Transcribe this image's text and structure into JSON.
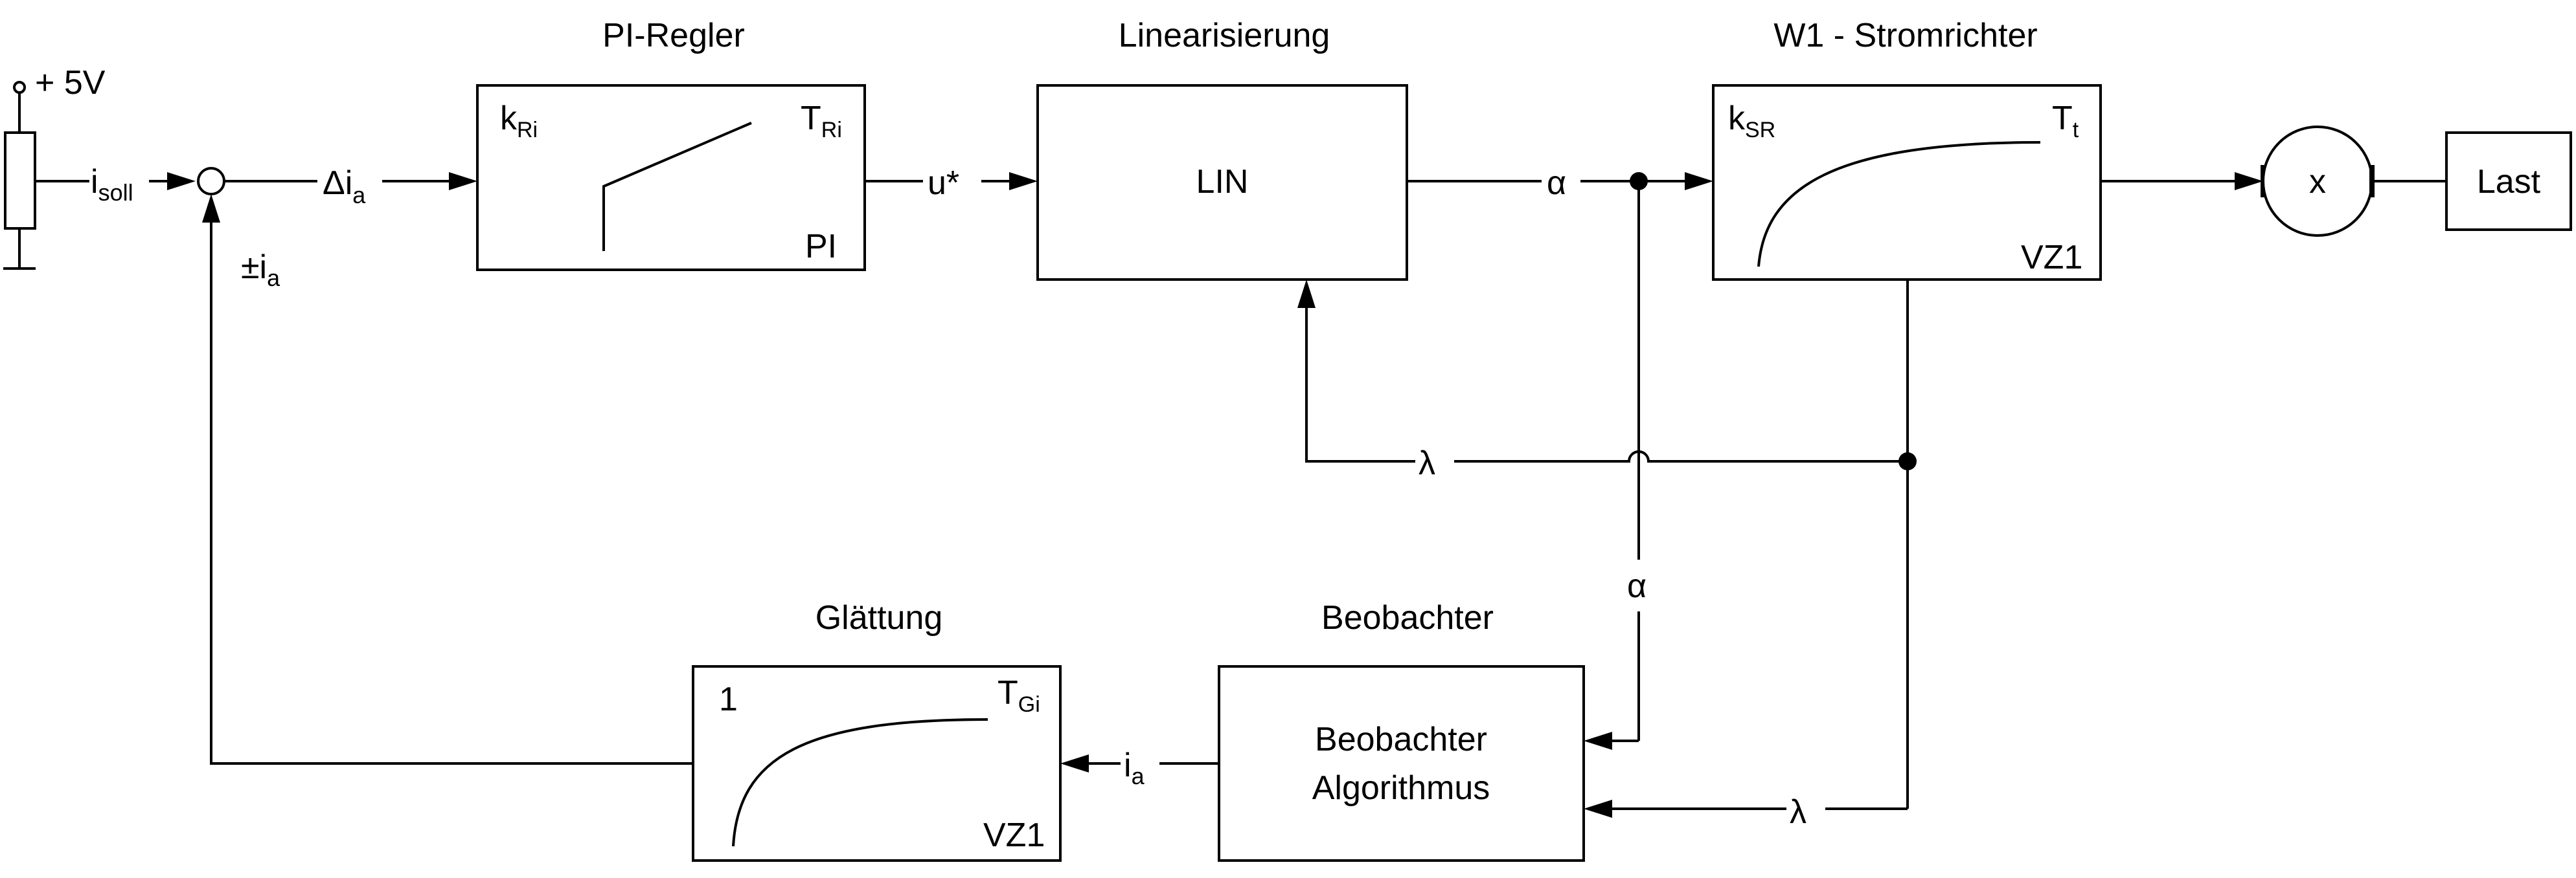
{
  "source": {
    "voltage_label": "+ 5V",
    "i_soll": "i",
    "i_soll_sub": "soll"
  },
  "summing": {
    "delta_label": "Δi",
    "delta_sub": "a",
    "feedback_label": "±i",
    "feedback_sub": "a"
  },
  "pi_regler": {
    "title": "PI-Regler",
    "k_label": "k",
    "k_sub": "Ri",
    "t_label": "T",
    "t_sub": "Ri",
    "type": "PI"
  },
  "u_star": "u*",
  "linearisierung": {
    "title": "Linearisierung",
    "text": "LIN"
  },
  "alpha": "α",
  "lambda": "λ",
  "stromrichter": {
    "title": "W1 - Stromrichter",
    "k_label": "k",
    "k_sub": "SR",
    "t_label": "T",
    "t_sub": "t",
    "type": "VZ1"
  },
  "motor": {
    "label": "x"
  },
  "last": {
    "label": "Last"
  },
  "beobachter": {
    "title": "Beobachter",
    "line1": "Beobachter",
    "line2": "Algorithmus"
  },
  "i_a_label": "i",
  "i_a_sub": "a",
  "glaettung": {
    "title": "Glättung",
    "gain": "1",
    "t_label": "T",
    "t_sub": "Gi",
    "type": "VZ1"
  }
}
